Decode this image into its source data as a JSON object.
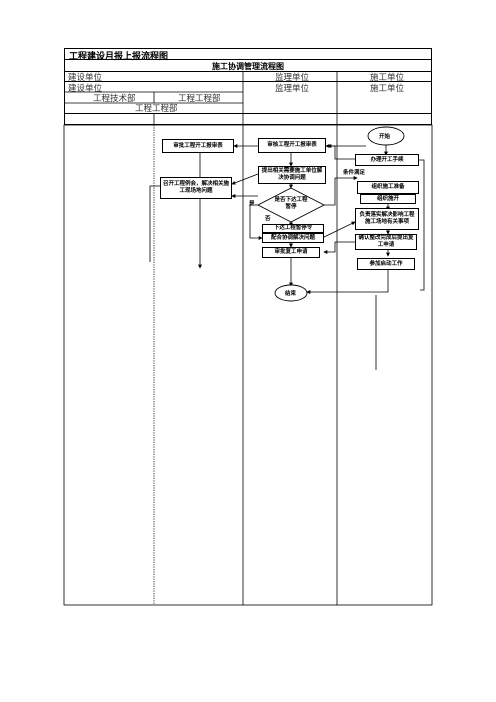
{
  "header": {
    "title": "工程建设月报上报流程图",
    "subtitle": "施工协调管理流程图"
  },
  "table": {
    "row1": [
      "建设单位",
      "监理单位",
      "施工单位"
    ],
    "row2": [
      "建设单位",
      "监理单位",
      "施工单位"
    ],
    "subdepts": [
      "工程技术部",
      "工程工程部"
    ],
    "subrow": "工程工程部"
  },
  "nodes": {
    "start": "开始",
    "apply_permit": "办理开工手续",
    "org_ready": "组织施工准备",
    "org_ready_overlap": "组织施开",
    "responsible": "负责落实解决影响工程施工场地有关事项",
    "confirm": "确认整改完成后提出复工申请",
    "join_start": "参加启动工作",
    "review_open": "审核工程开工报审表",
    "approve_open": "审批工程开工报审表",
    "propose": "提出相关需要施工单位解决协调问题",
    "meeting": "召开工程例会，解决相关施工现场地问题",
    "decision": "是否下达工程暂停",
    "issue_stop": "下达工程暂停令",
    "coordinate": "配合协调解决问题",
    "approve_resume": "审批复工申请",
    "end": "结束",
    "yes_label": "是",
    "no_label": "否",
    "condition_label": "条件满足"
  }
}
